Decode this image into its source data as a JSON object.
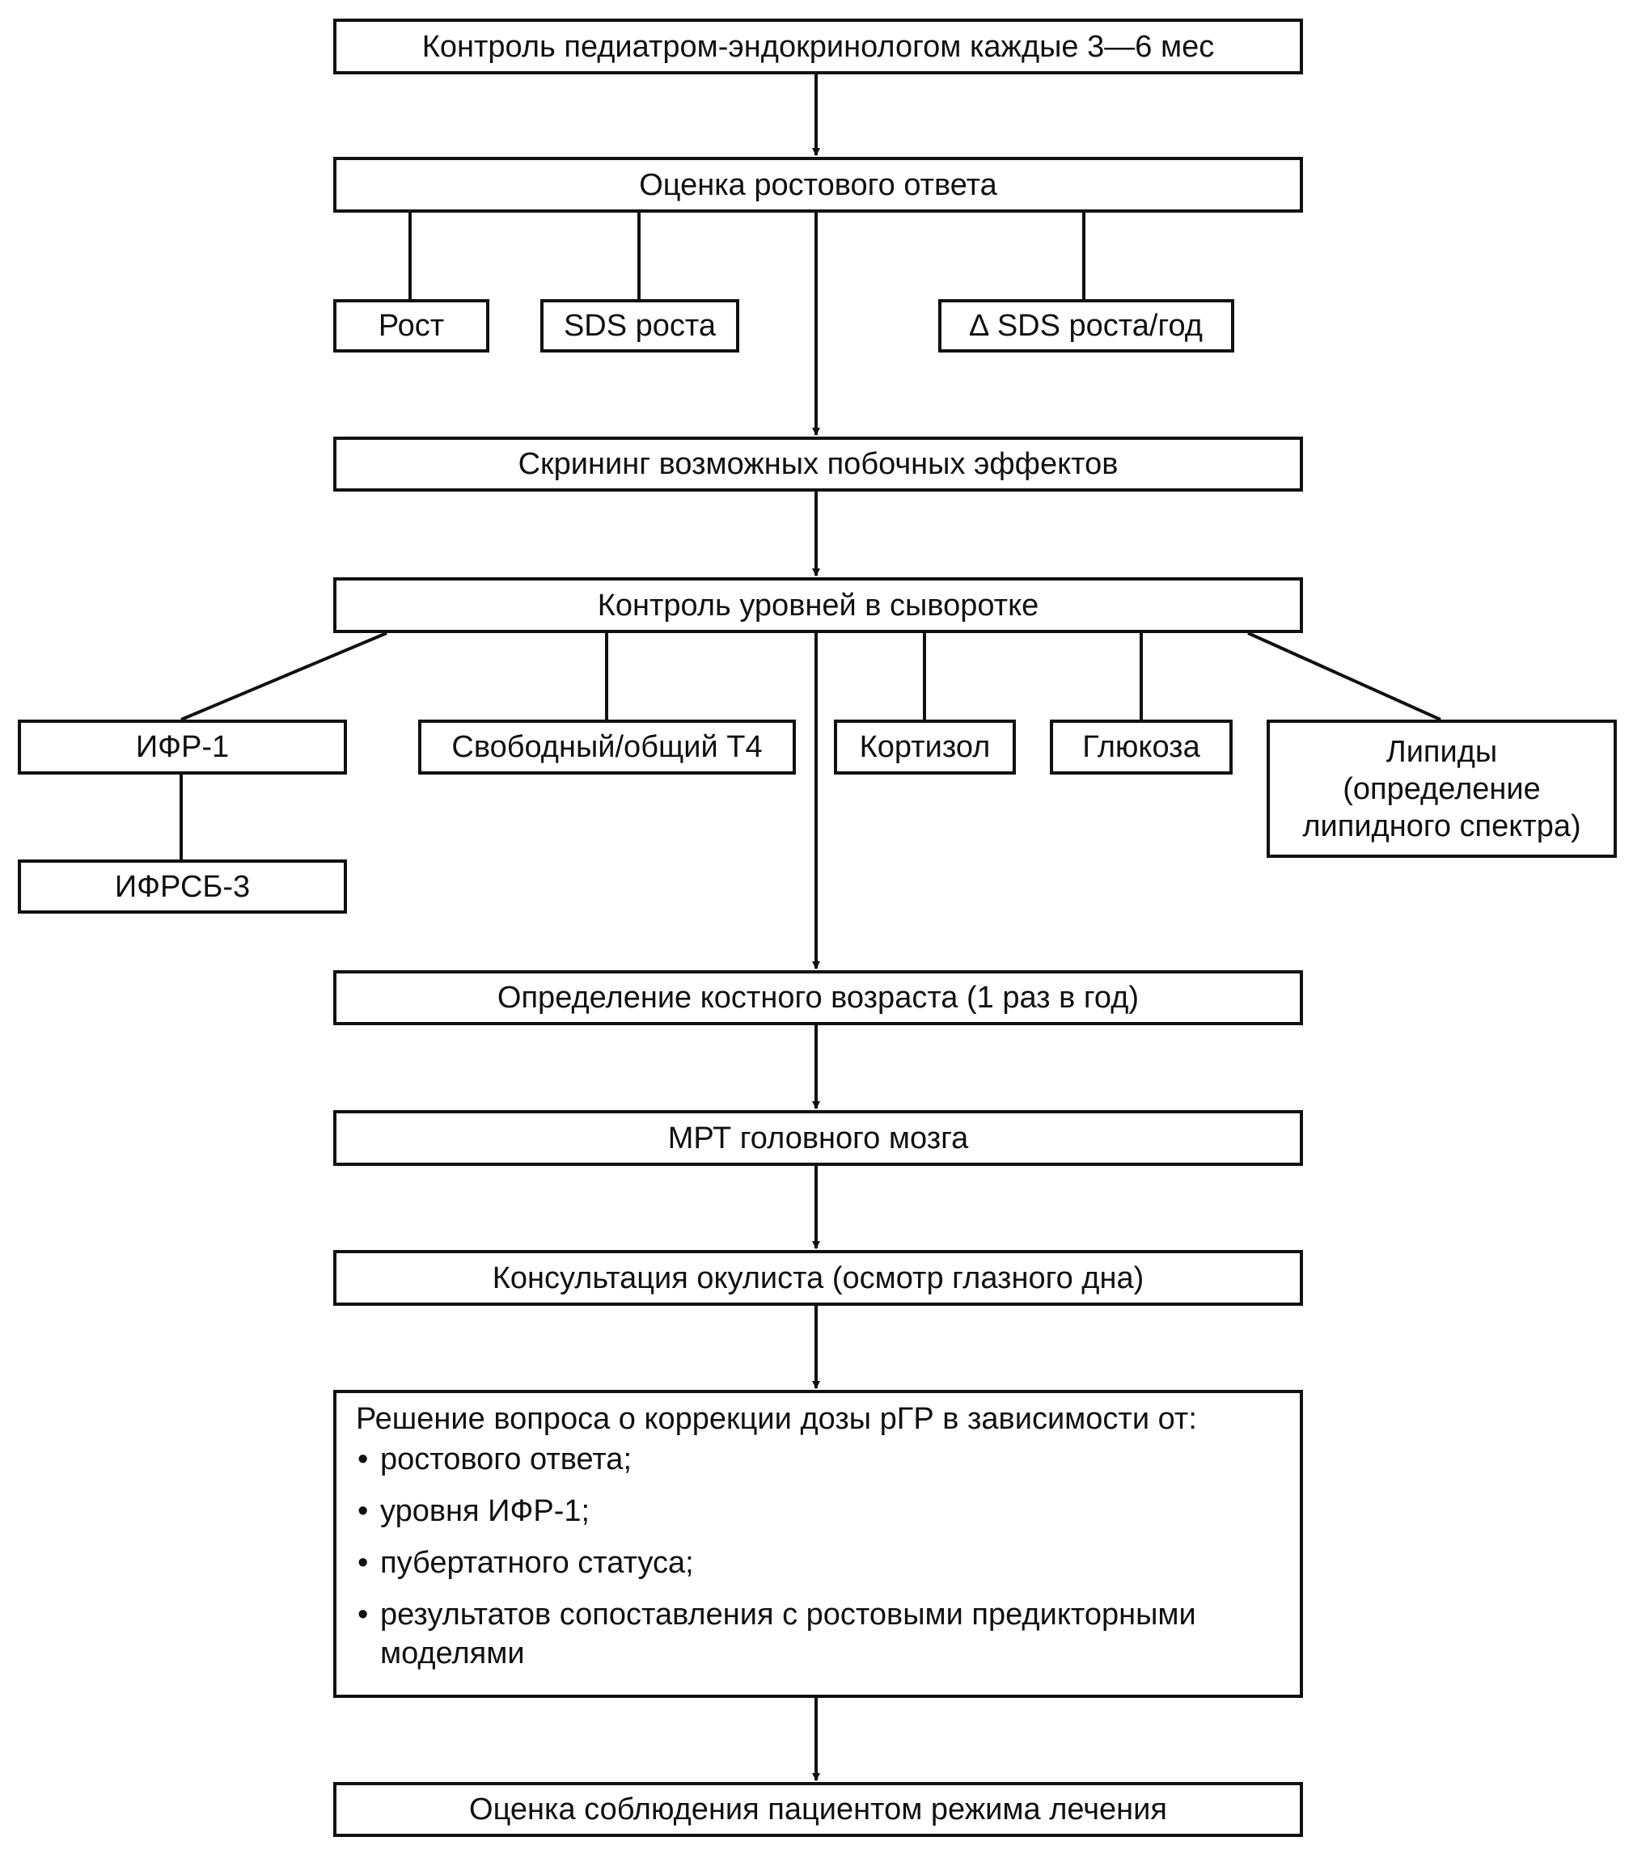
{
  "boxes": {
    "monitoring": "Контроль педиатром-эндокринологом каждые 3—6 мес",
    "growth_response": "Оценка ростового ответа",
    "height": "Рост",
    "height_sds": "SDS роста",
    "delta_sds": "∆ SDS роста/год",
    "side_effects": "Скрининг возможных побочных эффектов",
    "serum_levels": "Контроль уровней в сыворотке",
    "igf1": "ИФР-1",
    "igfbp3": "ИФРСБ-3",
    "t4": "Свободный/общий Т4",
    "cortisol": "Кортизол",
    "glucose": "Глюкоза",
    "lipids": {
      "line1": "Липиды",
      "line2": "(определение",
      "line3": "липидного спектра)"
    },
    "bone_age": "Определение костного возраста (1 раз в год)",
    "mri": "МРТ головного мозга",
    "oculist": "Консультация окулиста (осмотр глазного дна)",
    "dose_decision": {
      "heading": "Решение вопроса о коррекции дозы рГР в зависимости от:",
      "items": [
        "ростового ответа;",
        "уровня ИФР-1;",
        "пубертатного статуса;",
        "результатов сопоставления с ростовыми предикторными моделями"
      ]
    },
    "compliance": "Оценка соблюдения пациентом режима лечения"
  }
}
